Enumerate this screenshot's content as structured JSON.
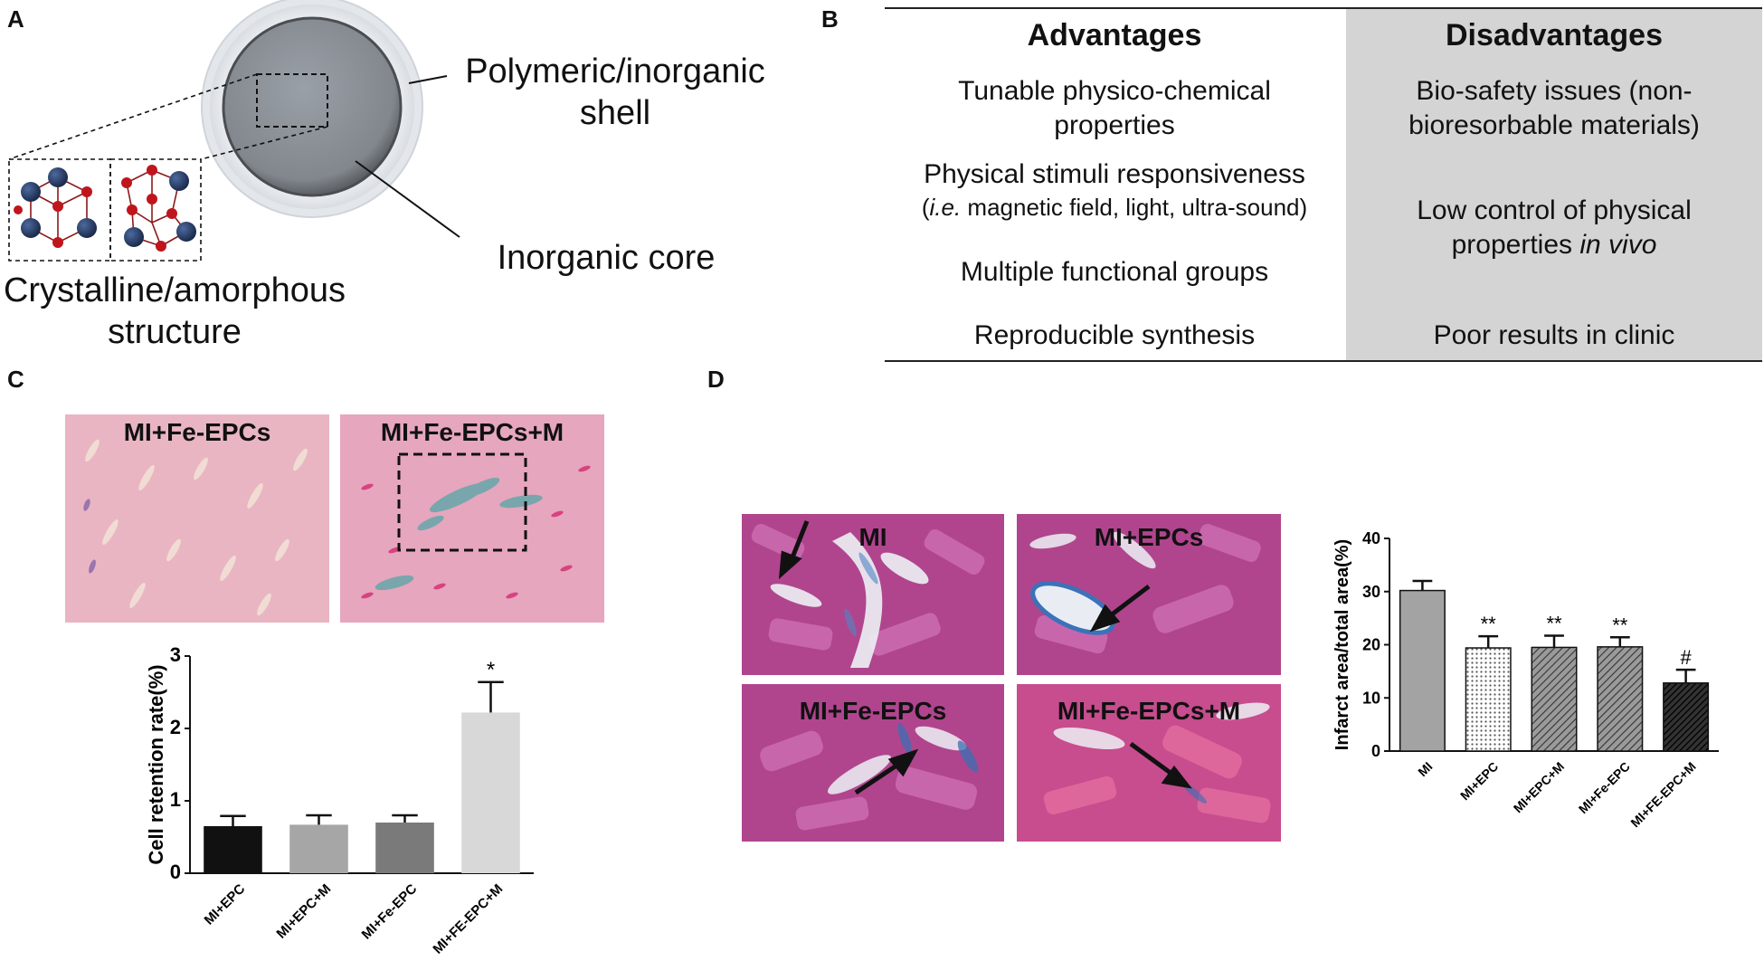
{
  "panels": {
    "A": {
      "letter": "A",
      "shell_label": [
        "Polymeric/inorganic",
        "shell"
      ],
      "core_label": "Inorganic core",
      "structure_label": [
        "Crystalline/amorphous",
        "structure"
      ]
    },
    "B": {
      "letter": "B",
      "advantages_header": "Advantages",
      "disadvantages_header": "Disadvantages",
      "advantages": {
        "row1": [
          "Tunable physico-chemical",
          "properties"
        ],
        "row2_main": "Physical stimuli responsiveness",
        "row2_sub_italic": "i.e.",
        "row2_sub_rest": " magnetic field, light, ultra-sound)",
        "row2_sub_open": "(",
        "row3": "Multiple functional groups",
        "row4": "Reproducible synthesis"
      },
      "disadvantages": {
        "row1": [
          "Bio-safety issues (non-",
          "bioresorbable materials)"
        ],
        "row2_line1": "Low control of physical",
        "row2_line2_plain": "properties ",
        "row2_line2_italic": "in vivo",
        "row3": "Poor results in clinic"
      }
    },
    "C": {
      "letter": "C",
      "image_labels": [
        "MI+Fe-EPCs",
        "MI+Fe-EPCs+M"
      ]
    },
    "D": {
      "letter": "D",
      "image_labels": [
        "MI",
        "MI+EPCs",
        "MI+Fe-EPCs",
        "MI+Fe-EPCs+M"
      ]
    }
  },
  "chart_data": [
    {
      "id": "C",
      "type": "bar",
      "ylabel": "Cell retention rate(%)",
      "categories": [
        "MI+EPC",
        "MI+EPC+M",
        "MI+Fe-EPC",
        "MI+FE-EPC+M"
      ],
      "values": [
        0.65,
        0.67,
        0.7,
        2.22
      ],
      "errors": [
        0.14,
        0.13,
        0.1,
        0.42
      ],
      "significance": [
        "",
        "",
        "",
        "*"
      ],
      "ylim": [
        0,
        3
      ],
      "yticks": [
        0,
        1,
        2,
        3
      ],
      "bar_colors": [
        "#111111",
        "#a6a6a6",
        "#7a7a7a",
        "#d8d8d8"
      ]
    },
    {
      "id": "D",
      "type": "bar",
      "ylabel": "Infarct area/total area(%)",
      "categories": [
        "MI",
        "MI+EPC",
        "MI+EPC+M",
        "MI+Fe-EPC",
        "MI+FE-EPC+M"
      ],
      "values": [
        30.2,
        19.4,
        19.5,
        19.6,
        12.8
      ],
      "errors": [
        1.8,
        2.2,
        2.2,
        1.8,
        2.5
      ],
      "significance": [
        "",
        "**",
        "**",
        "**",
        "#"
      ],
      "ylim": [
        0,
        40
      ],
      "yticks": [
        0,
        10,
        20,
        30,
        40
      ],
      "bar_fills": [
        "solid-gray",
        "dotted",
        "hatched",
        "hatched",
        "hatched-dark"
      ]
    }
  ]
}
